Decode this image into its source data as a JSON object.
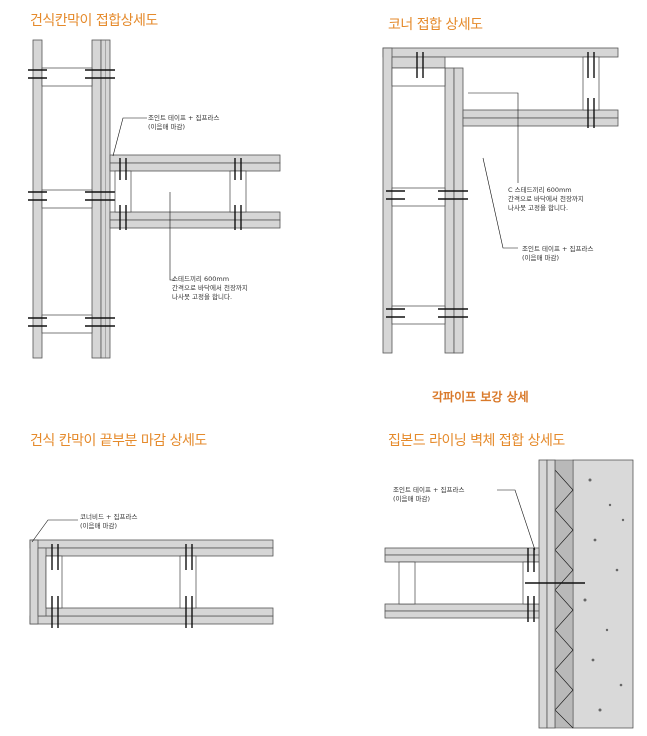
{
  "titles": {
    "t1": "건식칸막이 접합상세도",
    "t2": "코너 접합 상세도",
    "t3": "건식 칸막이 끝부분 마감 상세도",
    "t4": "집본드 라이닝 벽체 접합 상세도",
    "sub": "각파이프 보강 상세"
  },
  "notes": {
    "p1_tape": "조인트 테이프 + 집프라스\n(이음매 마감)",
    "p1_stud": "스테드끼리 600mm\n간격으로 바닥에서 천장까지\n나사못 고정을 합니다.",
    "p2_stud": "C 스테드끼리 600mm\n간격으로 바닥에서 천장까지\n나사못 고정을 합니다.",
    "p2_tape": "조인트 테이프 + 집프라스\n(이음매 마감)",
    "p3_bead": "코너비드 + 집프라스\n(이음매 마감)",
    "p4_tape": "조인트 테이프 + 집프라스\n(이음매 마감)"
  }
}
